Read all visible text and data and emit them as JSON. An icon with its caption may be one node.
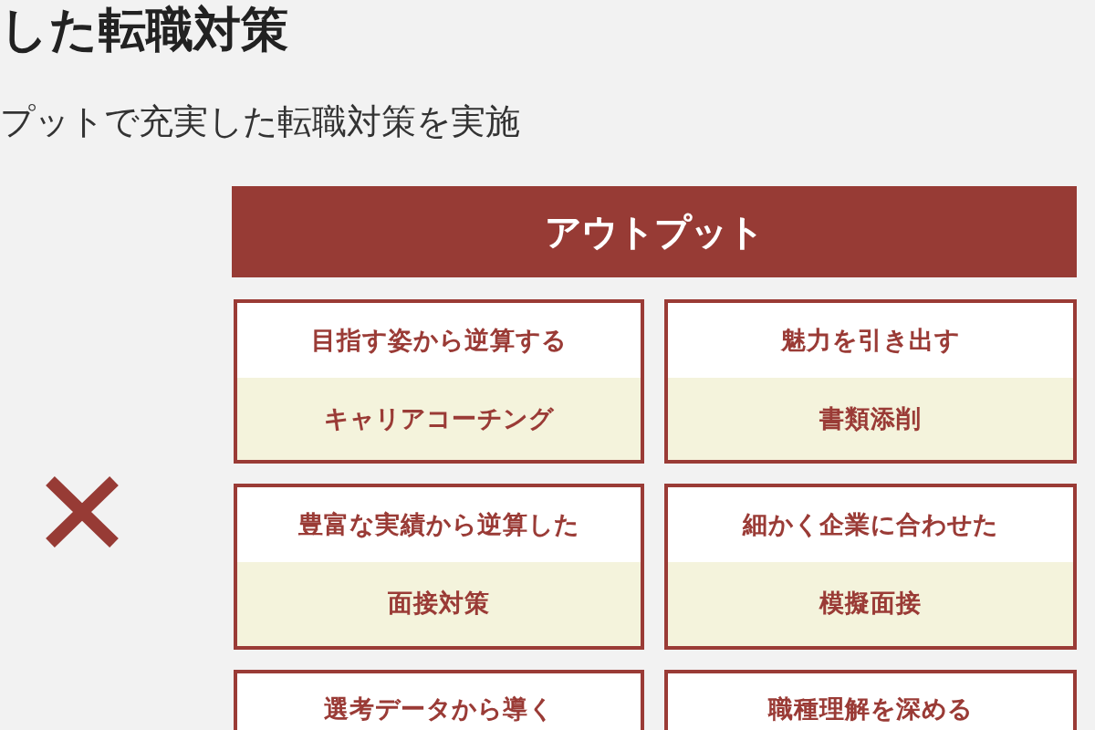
{
  "diagram": {
    "title": "した転職対策",
    "nodes": [
      {
        "text": [
          "アウトプット"
        ]
      },
      {
        "text": [
          "目指す姿から逆算する",
          "キャリアコーチング"
        ]
      },
      {
        "text": [
          "魅力を引き出す",
          "書類添削"
        ]
      },
      {
        "text": [
          "豊富な実績から逆算した",
          "面接対策"
        ]
      },
      {
        "text": [
          "細かく企業に合わせた",
          "模擬面接"
        ]
      },
      {
        "text": [
          "選考データから導く"
        ]
      },
      {
        "text": [
          "職種理解を深める"
        ]
      }
    ],
    "labels": [
      "プットで充実した転職対策を実施"
    ]
  }
}
